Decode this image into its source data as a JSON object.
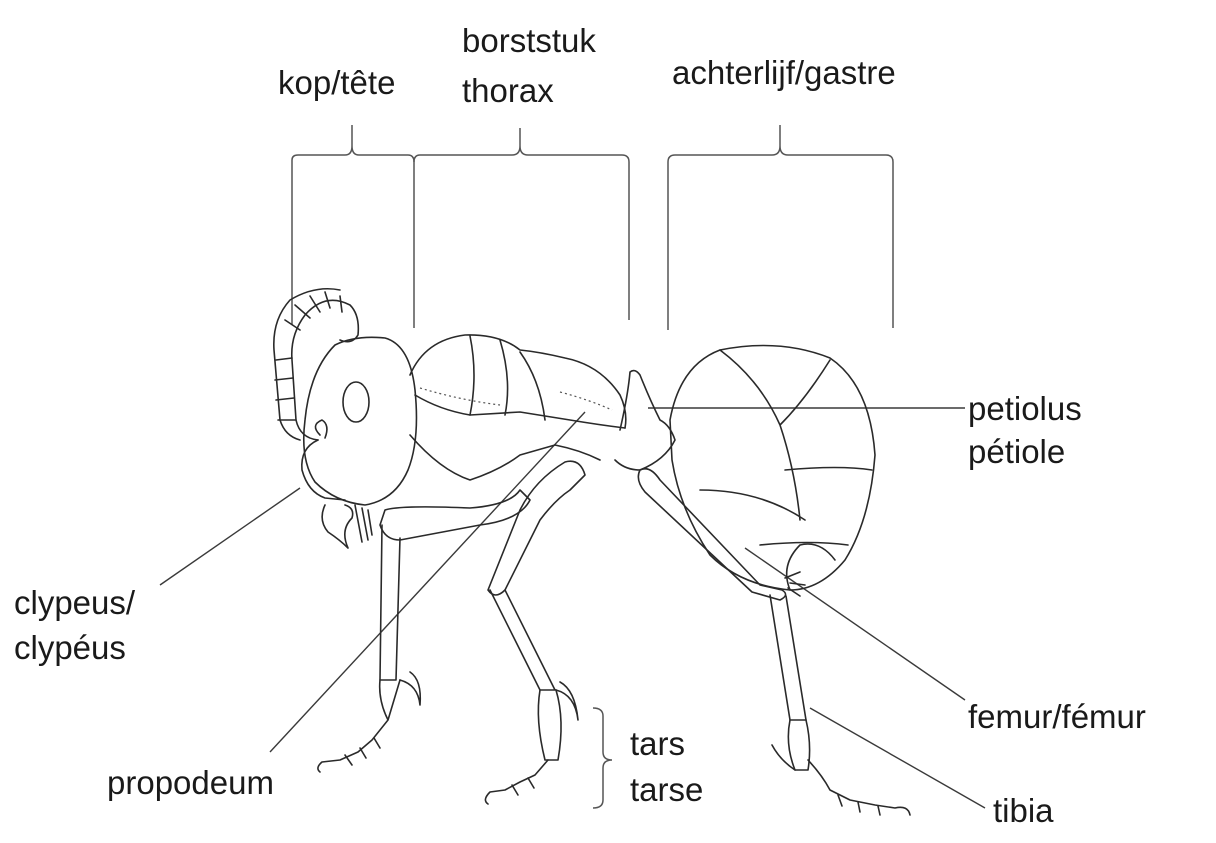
{
  "labels": {
    "head": "kop/tête",
    "thorax_line1": "borststuk",
    "thorax_line2": "thorax",
    "gaster": "achterlijf/gastre",
    "petiolus_line1": "petiolus",
    "petiolus_line2": "pétiole",
    "clypeus_line1": "clypeus/",
    "clypeus_line2": "clypéus",
    "femur": "femur/fémur",
    "propodeum": "propodeum",
    "tars_line1": "tars",
    "tars_line2": "tarse",
    "tibia": "tibia"
  },
  "colors": {
    "ink": "#1a1a1a",
    "outline": "#2a2a2a",
    "background": "#ffffff"
  }
}
